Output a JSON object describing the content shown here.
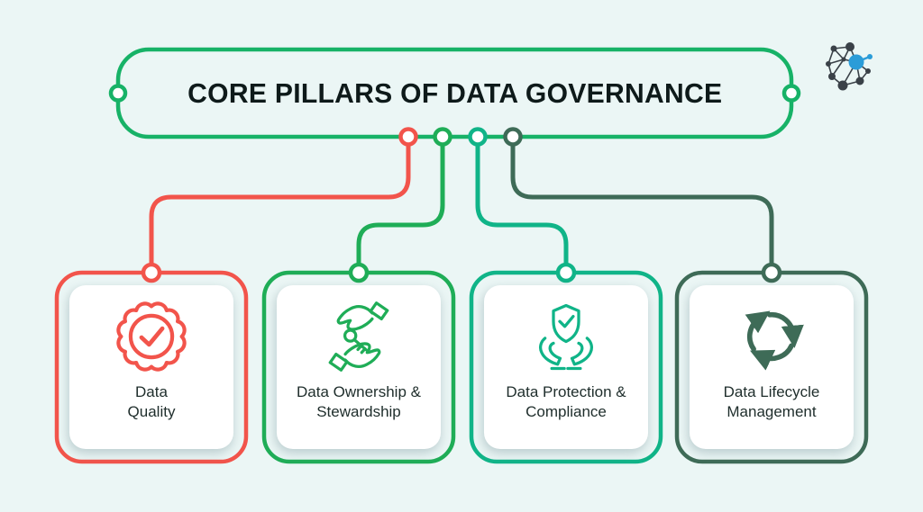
{
  "title": "CORE PILLARS OF DATA GOVERNANCE",
  "colors": {
    "background": "#EBF6F5",
    "frame_green": "#17B267",
    "title_text": "#0E1A1A",
    "label_text": "#1E2D2B",
    "card_fill": "#FFFFFF",
    "logo_dark": "#3A4148",
    "logo_blue": "#2B9CD8"
  },
  "pillars": [
    {
      "lines": [
        "Data",
        "Quality"
      ],
      "color": "#F2544B",
      "icon": "badge-check-icon"
    },
    {
      "lines": [
        "Data Ownership &",
        "Stewardship"
      ],
      "color": "#1FAD57",
      "icon": "hands-key-icon"
    },
    {
      "lines": [
        "Data Protection &",
        "Compliance"
      ],
      "color": "#10B488",
      "icon": "shield-check-hands-icon"
    },
    {
      "lines": [
        "Data Lifecycle",
        "Management"
      ],
      "color": "#3E6B57",
      "icon": "cycle-arrows-icon"
    }
  ],
  "logo": {
    "name": "network-nodes-logo"
  }
}
